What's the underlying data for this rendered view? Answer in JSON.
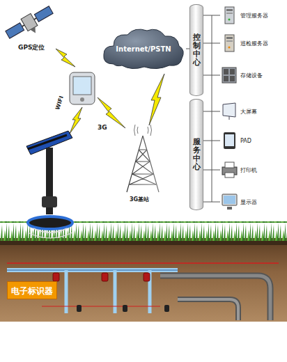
{
  "diagram": {
    "nodes": [
      {
        "text": [
          "Internet/PSTN"
        ]
      },
      {
        "text": [
          "控制中心"
        ]
      },
      {
        "text": [
          "管理服务器"
        ]
      },
      {
        "text": [
          "巡检服务器"
        ]
      },
      {
        "text": [
          "存储设备"
        ]
      },
      {
        "text": [
          "服务中心"
        ]
      },
      {
        "text": [
          "大屏幕"
        ]
      },
      {
        "text": [
          "PAD"
        ]
      },
      {
        "text": [
          "打印机"
        ]
      },
      {
        "text": [
          "显示器"
        ]
      },
      {
        "text": [
          "电子标识器"
        ]
      }
    ],
    "edges": [
      {
        "from": 0,
        "to": 1,
        "arrow": "none"
      },
      {
        "from": 1,
        "to": 2,
        "arrow": "none"
      },
      {
        "from": 1,
        "to": 3,
        "arrow": "none"
      },
      {
        "from": 1,
        "to": 4,
        "arrow": "none"
      },
      {
        "from": 5,
        "to": 6,
        "arrow": "none"
      },
      {
        "from": 5,
        "to": 7,
        "arrow": "none"
      },
      {
        "from": 5,
        "to": 8,
        "arrow": "none"
      },
      {
        "from": 5,
        "to": 9,
        "arrow": "none"
      }
    ],
    "labels": [
      "GPS定位",
      "WIFI",
      "3G",
      "3G基站"
    ]
  }
}
